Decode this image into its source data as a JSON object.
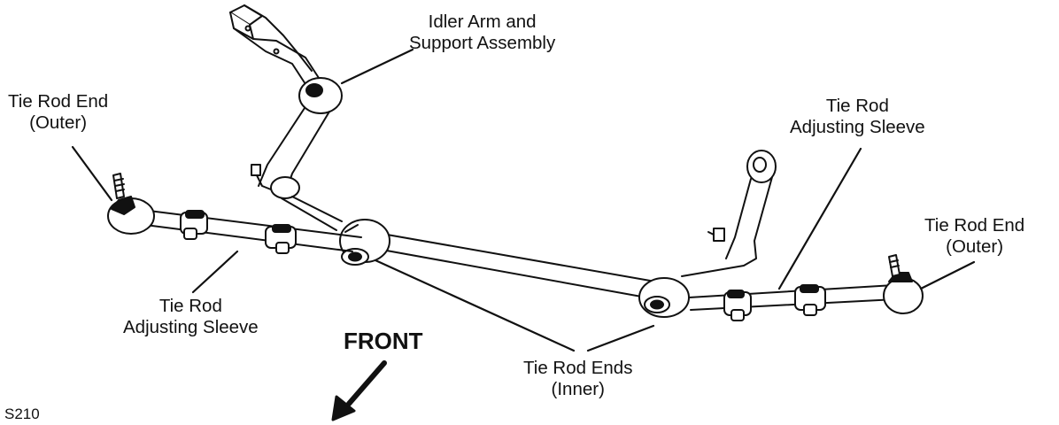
{
  "labels": {
    "idler_arm": [
      "Idler Arm and",
      "Support Assembly"
    ],
    "tie_rod_end_outer_left": [
      "Tie Rod End",
      "(Outer)"
    ],
    "tie_rod_end_outer_right": [
      "Tie Rod End",
      "(Outer)"
    ],
    "adjusting_sleeve_left": [
      "Tie Rod",
      "Adjusting Sleeve"
    ],
    "adjusting_sleeve_right": [
      "Tie Rod",
      "Adjusting Sleeve"
    ],
    "tie_rod_ends_inner": [
      "Tie Rod Ends",
      "(Inner)"
    ],
    "front": "FRONT",
    "figure_id": "S210"
  },
  "colors": {
    "ink": "#111111",
    "background": "#ffffff"
  }
}
